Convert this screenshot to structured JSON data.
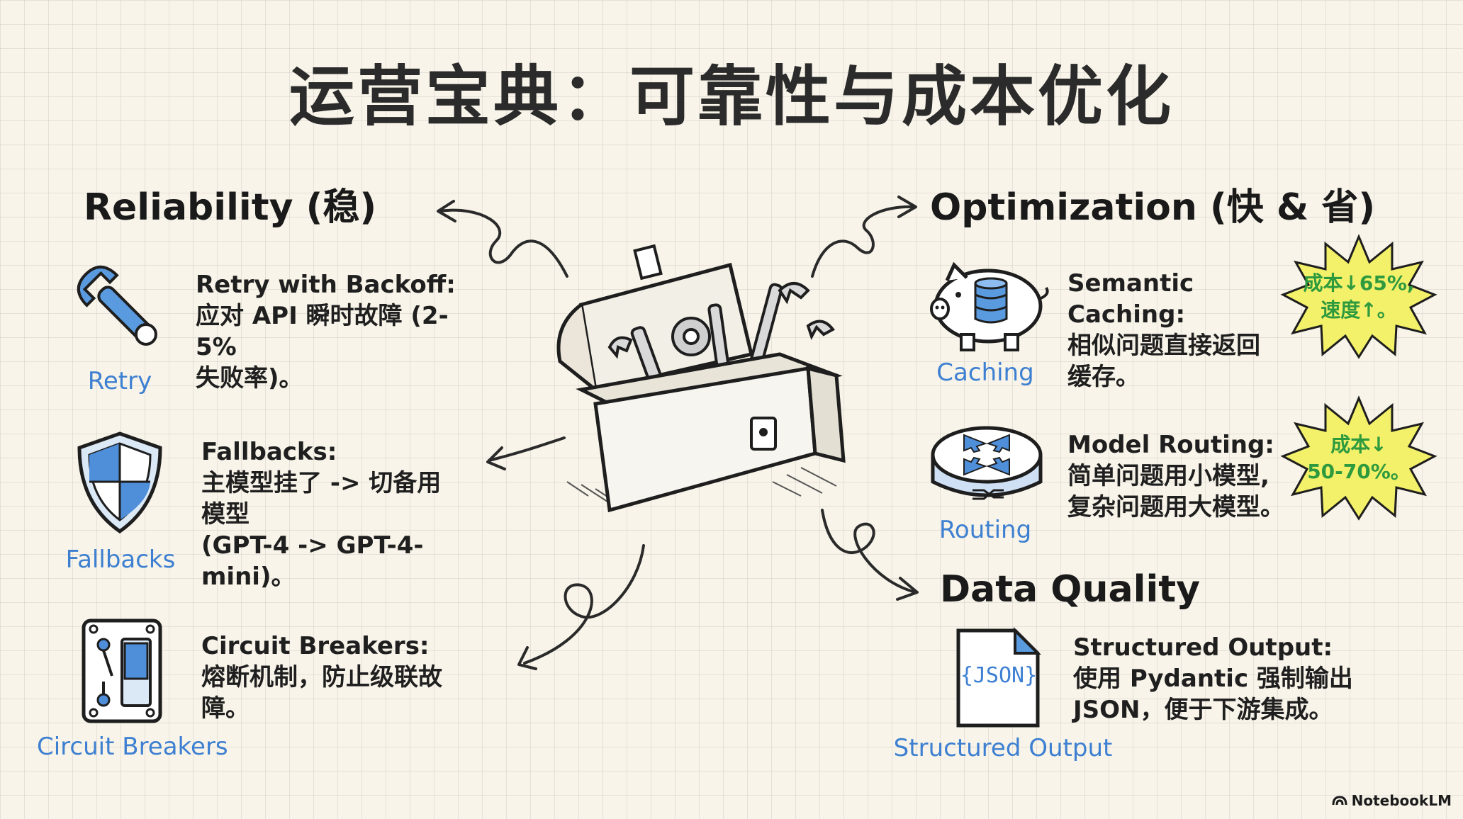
{
  "title": "运营宝典：可靠性与成本优化",
  "reliability": {
    "heading": "Reliability (稳)",
    "items": [
      {
        "label": "Retry",
        "icon": "wrench-icon",
        "lines": [
          "Retry with Backoff:",
          "应对 API 瞬时故障 (2-5%",
          "失败率)。"
        ]
      },
      {
        "label": "Fallbacks",
        "icon": "shield-icon",
        "lines": [
          "Fallbacks:",
          "主模型挂了 -> 切备用",
          "模型",
          "(GPT-4 -> GPT-4-mini)。"
        ]
      },
      {
        "label": "Circuit Breakers",
        "icon": "switch-icon",
        "lines": [
          "Circuit Breakers:",
          "熔断机制，防止级联故",
          "障。"
        ]
      }
    ]
  },
  "optimization": {
    "heading": "Optimization (快 & 省)",
    "items": [
      {
        "label": "Caching",
        "icon": "piggy-bank-icon",
        "lines": [
          "Semantic Caching:",
          "相似问题直接返回",
          "缓存。"
        ],
        "badge": [
          "成本↓65%,",
          "速度↑。"
        ]
      },
      {
        "label": "Routing",
        "icon": "router-icon",
        "lines": [
          "Model Routing:",
          "简单问题用小模型,",
          "复杂问题用大模型。"
        ],
        "badge": [
          "成本↓",
          "50-70%。"
        ]
      }
    ]
  },
  "data_quality": {
    "heading": "Data Quality",
    "item": {
      "label": "Structured Output",
      "icon": "json-file-icon",
      "icon_text": "{JSON}",
      "lines": [
        "Structured Output:",
        "使用 Pydantic 强制输出",
        "JSON，便于下游集成。"
      ]
    }
  },
  "center_icon": "toolbox-icon",
  "brand": "NotebookLM",
  "colors": {
    "accent_blue": "#3d7fd1",
    "badge_yellow": "#f3f06a",
    "badge_text_green": "#2e9a3e",
    "paper": "#f8f4e9"
  }
}
